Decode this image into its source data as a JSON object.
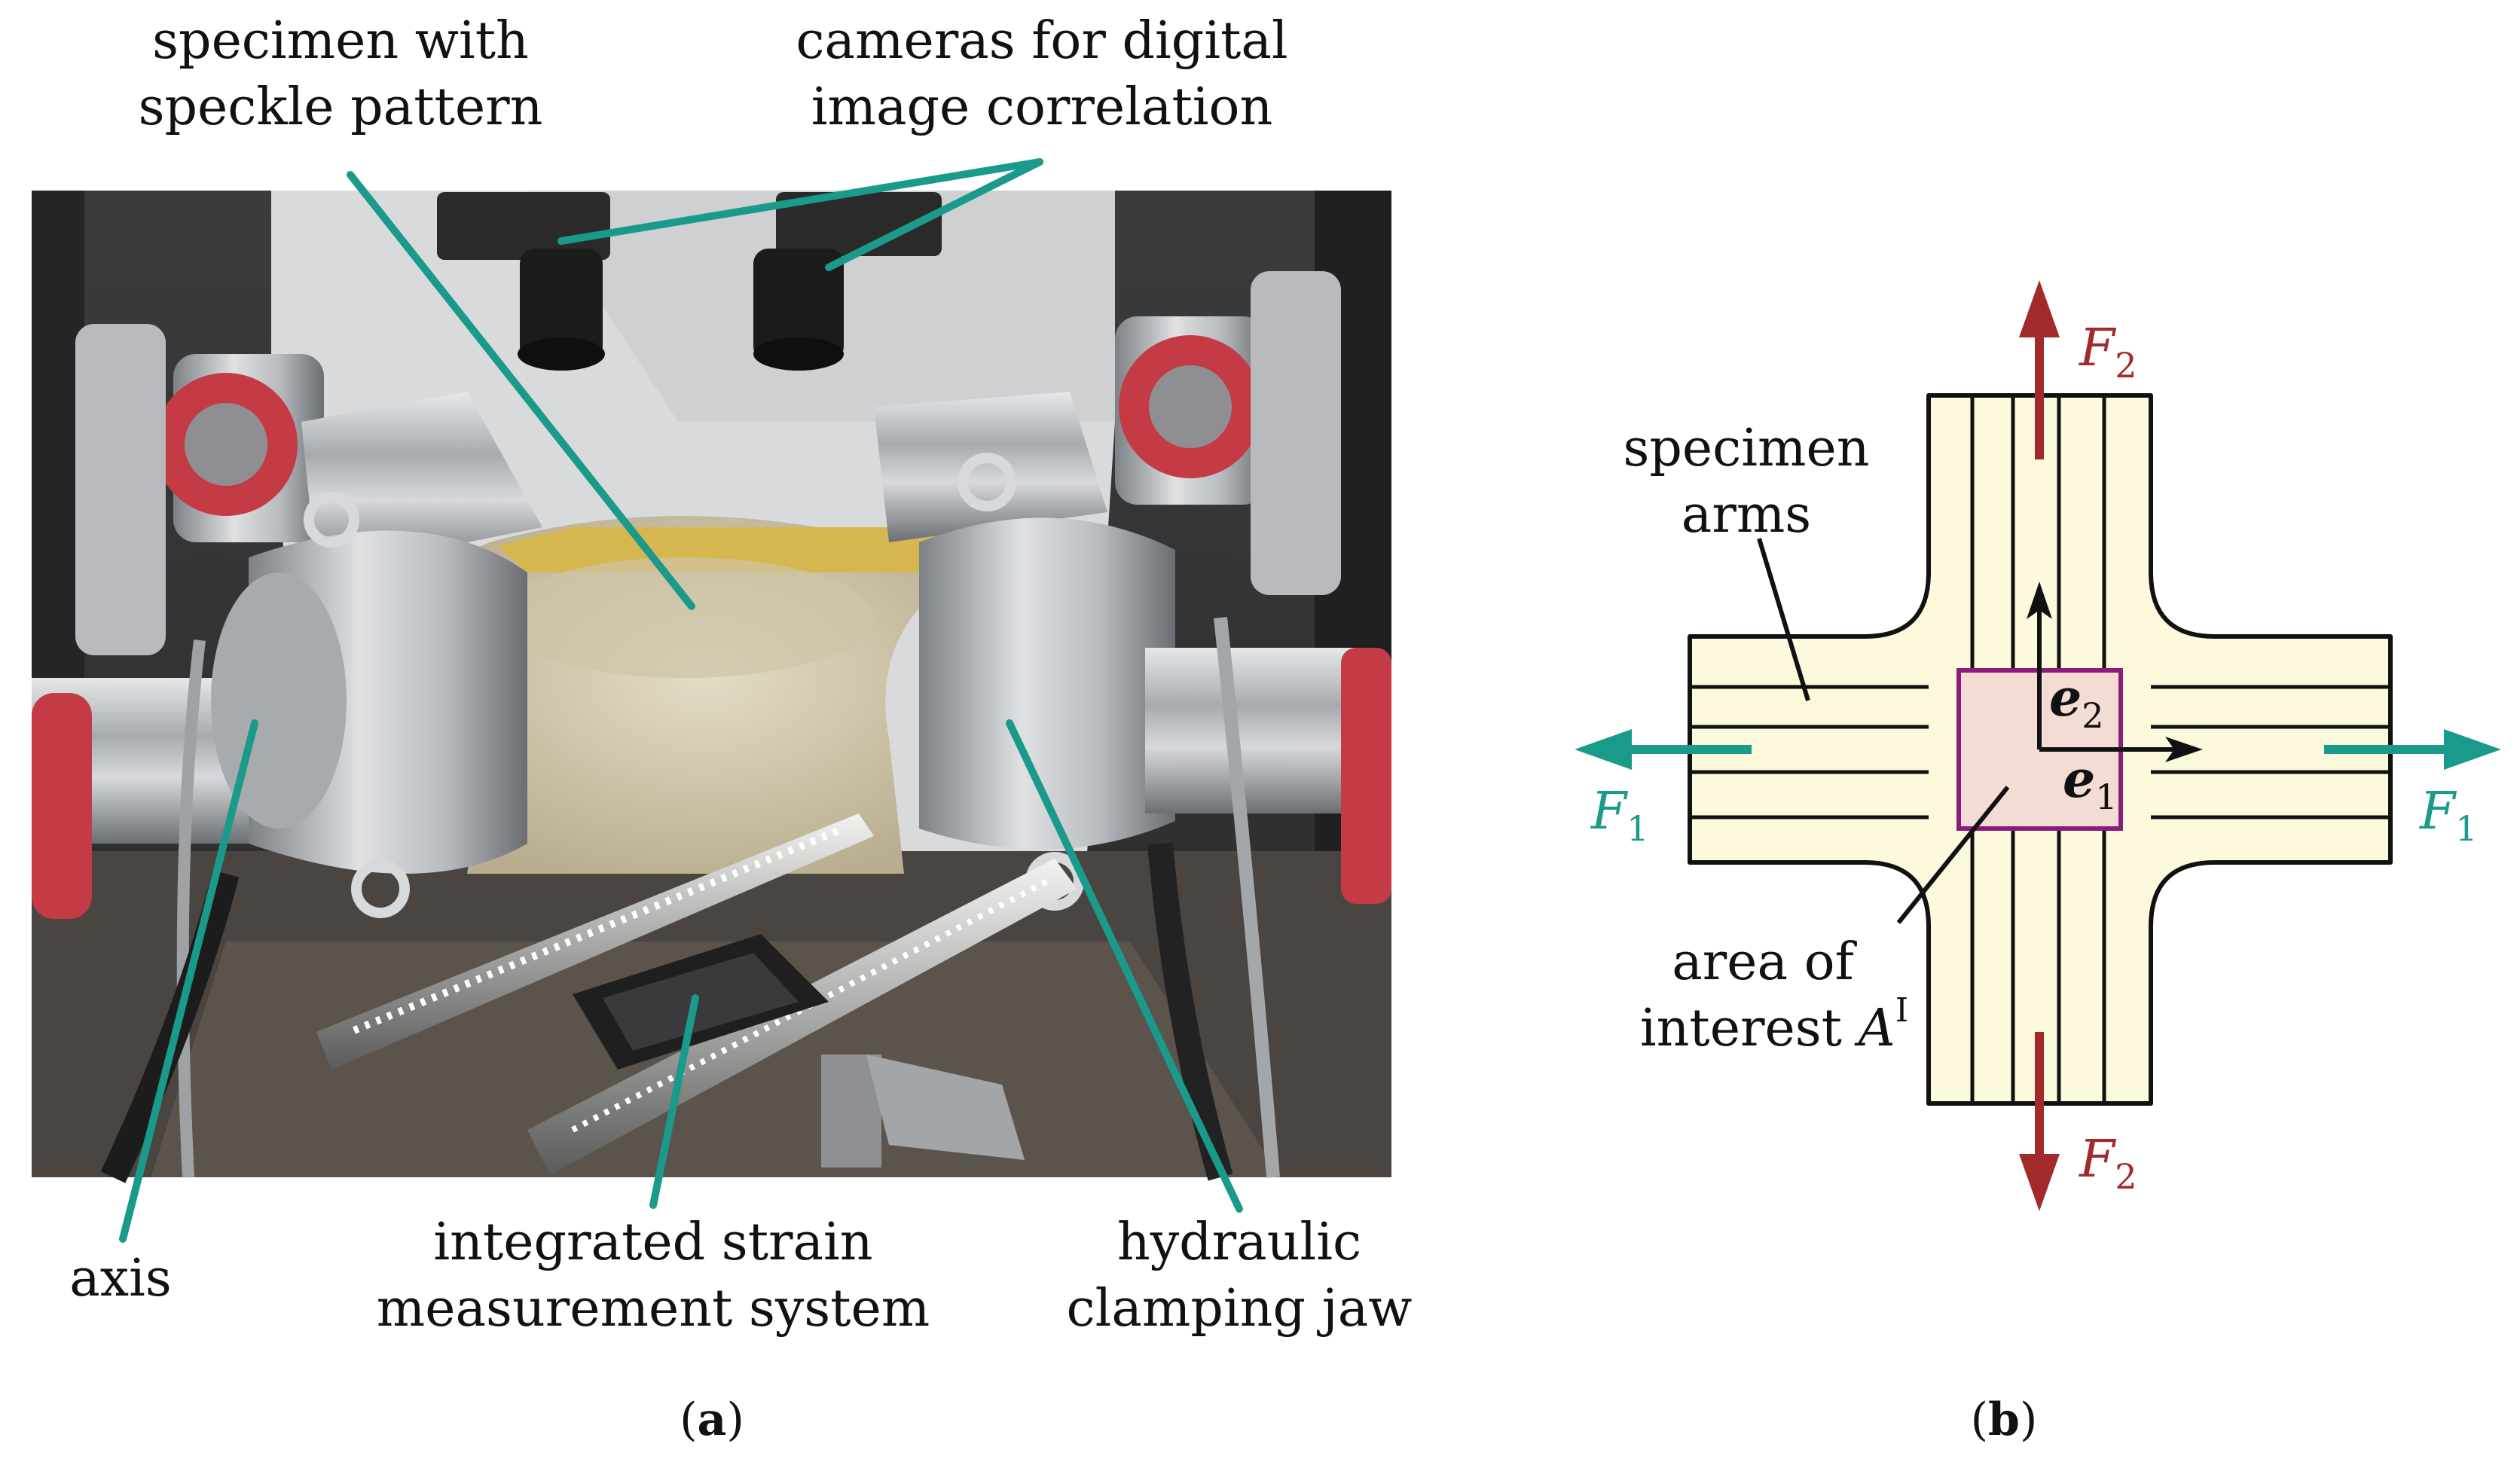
{
  "panel_a": {
    "caption_open": "(",
    "caption_letter": "a",
    "caption_close": ")",
    "labels": {
      "specimen_line1": "specimen with",
      "specimen_line2": "speckle pattern",
      "cameras_line1": "cameras for digital",
      "cameras_line2": "image correlation",
      "axis": "axis",
      "strain_line1": "integrated strain",
      "strain_line2": "measurement system",
      "jaw_line1": "hydraulic",
      "jaw_line2": "clamping jaw"
    }
  },
  "panel_b": {
    "caption_open": "(",
    "caption_letter": "b",
    "caption_close": ")",
    "arms_line1": "specimen",
    "arms_line2": "arms",
    "aoi_line1": "area of",
    "aoi_line2": "interest ",
    "aoi_symbol": "A",
    "aoi_superscript": "I",
    "force_1": "F",
    "force_1_sub": "1",
    "force_2": "F",
    "force_2_sub": "2",
    "e1": "e",
    "e1_sub": "1",
    "e2": "e",
    "e2_sub": "2"
  },
  "colors": {
    "teal": "#1a9a8a",
    "dark_red": "#a32a2a",
    "specimen_fill": "#fdf9dc",
    "aoi_fill": "#f3dcd4",
    "aoi_stroke": "#8c1b7c"
  }
}
